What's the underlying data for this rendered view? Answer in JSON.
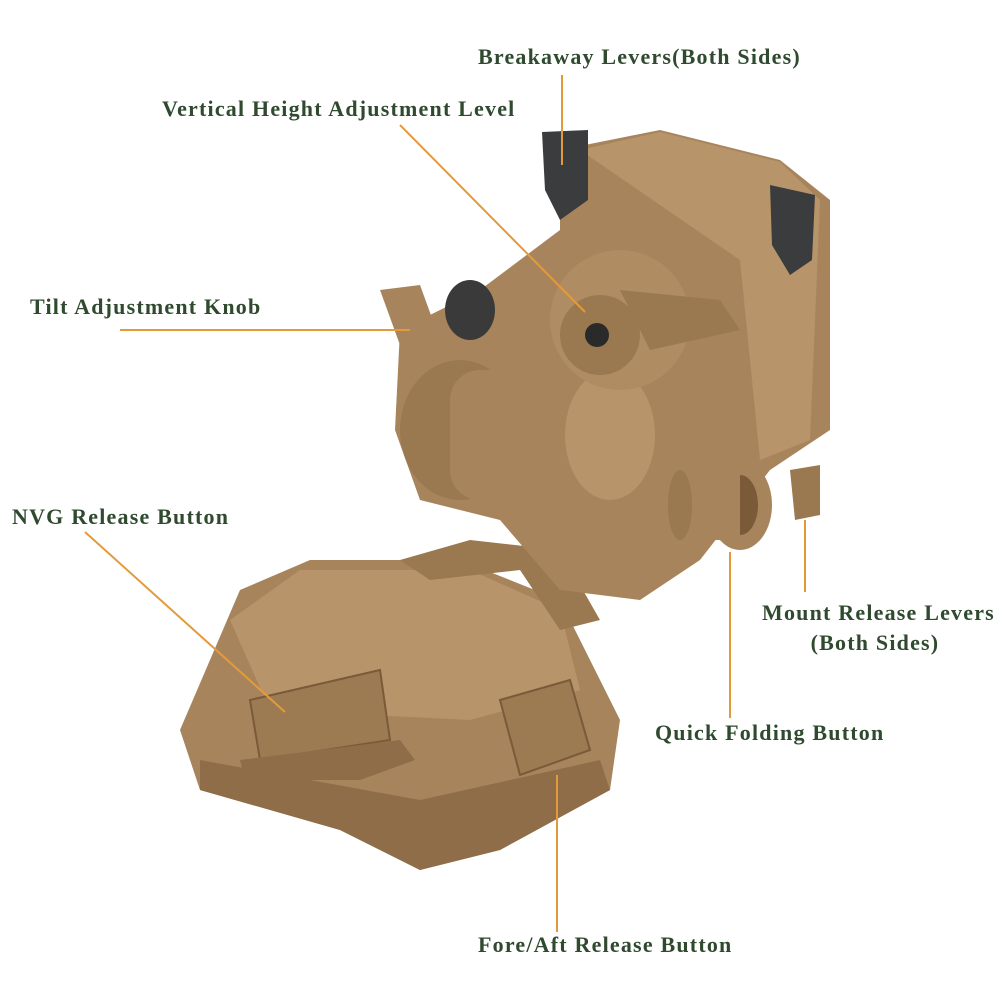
{
  "colors": {
    "label_text": "#2f4a2f",
    "leader_line": "#e39a3b",
    "product_tan": "#a8845c"
  },
  "labels": {
    "breakaway": "Breakaway Levers(Both Sides)",
    "vertical_height": "Vertical Height Adjustment Level",
    "tilt": "Tilt Adjustment Knob",
    "nvg_release": "NVG Release Button",
    "mount_release_line1": "Mount Release Levers",
    "mount_release_line2": "(Both Sides)",
    "quick_folding": "Quick Folding Button",
    "fore_aft": "Fore/Aft Release Button"
  }
}
